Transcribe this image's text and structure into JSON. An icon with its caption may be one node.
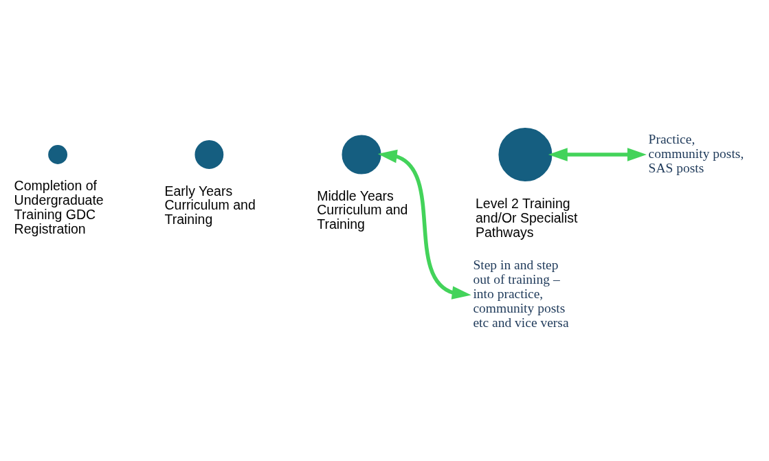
{
  "diagram": {
    "nodes": [
      {
        "text": [],
        "shape": "circle",
        "beside": [
          "Completion of Undergraduate Training GDC Registration"
        ]
      },
      {
        "text": [],
        "shape": "circle",
        "beside": [
          "Early Years Curriculum and Training"
        ]
      },
      {
        "text": [],
        "shape": "circle",
        "beside": [
          "Middle Years Curriculum and Training"
        ]
      },
      {
        "text": [],
        "shape": "circle",
        "beside": [
          "Level 2 Training and/Or Specialist Pathways"
        ]
      },
      {
        "text": [
          "Step in and step out of training – into practice, community posts etc and vice versa"
        ]
      },
      {
        "text": [
          "Practice, community posts, SAS posts"
        ]
      }
    ],
    "edges": [
      {
        "from": 2,
        "to": 4,
        "arrow": "both"
      },
      {
        "from": 3,
        "to": 5,
        "arrow": "both"
      }
    ]
  }
}
